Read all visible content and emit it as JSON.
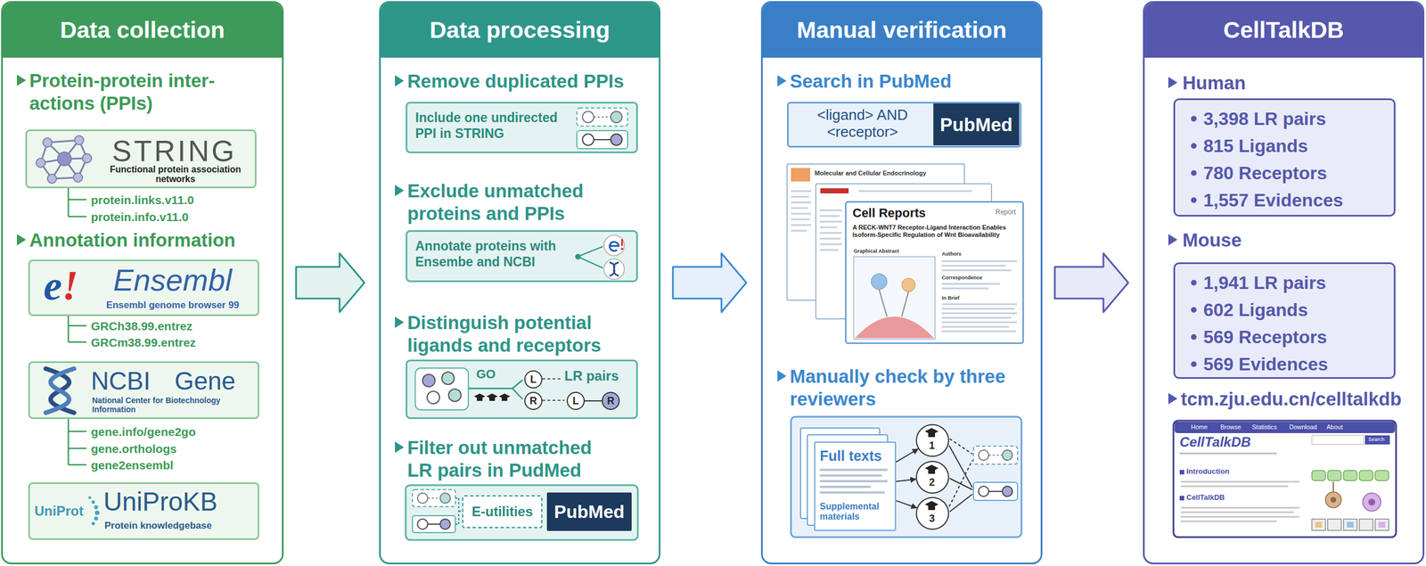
{
  "diagram": {
    "nodes": [
      {
        "text": [
          "Data collection"
        ]
      },
      {
        "text": [
          "STRING",
          "Functional protein association networks"
        ],
        "in": 0
      },
      {
        "text": [
          "e!",
          "Ensembl",
          "Ensembl genome browser 99"
        ],
        "in": 0
      },
      {
        "text": [
          "NCBI",
          "Gene",
          "National Center for Biotechnology Information"
        ],
        "in": 0
      },
      {
        "text": [
          "UniProt",
          "UniProKB",
          "Protein knowledgebase"
        ],
        "in": 0
      },
      {
        "text": [
          "Data processing"
        ]
      },
      {
        "text": [
          "Include one undirected PPI in STRING"
        ],
        "in": 5
      },
      {
        "text": [
          "Annotate proteins with Ensembe and NCBI"
        ],
        "in": 5
      },
      {
        "text": [
          "GO",
          "LR pairs"
        ],
        "in": 5
      },
      {
        "text": [
          "L"
        ],
        "in": 8
      },
      {
        "text": [
          "R"
        ],
        "in": 8
      },
      {
        "text": [
          "L"
        ],
        "in": 8
      },
      {
        "text": [
          "R"
        ],
        "in": 8
      },
      {
        "text": [
          "E-utilities"
        ],
        "in": 5
      },
      {
        "text": [
          "PubMed"
        ],
        "in": 5
      },
      {
        "text": [
          "Manual verification"
        ]
      },
      {
        "text": [
          "<ligand> AND <receptor>"
        ],
        "in": 15
      },
      {
        "text": [
          "PubMed"
        ],
        "in": 16
      },
      {
        "text": [
          "Full texts",
          "Supplemental materials"
        ],
        "in": 15
      },
      {
        "text": [
          "1"
        ],
        "in": 15
      },
      {
        "text": [
          "2"
        ],
        "in": 15
      },
      {
        "text": [
          "3"
        ],
        "in": 15
      },
      {
        "text": [
          "CellTalkDB"
        ]
      },
      {
        "text": [
          "3,398 LR pairs",
          "815 Ligands",
          "780 Receptors",
          "1,557 Evidences"
        ],
        "in": 22
      },
      {
        "text": [
          "1,941 LR pairs",
          "602 Ligands",
          "569 Receptors",
          "569 Evidences"
        ],
        "in": 22
      }
    ],
    "edges": [
      {
        "from": 0,
        "to": 5,
        "arrow": "to"
      },
      {
        "from": 5,
        "to": 15,
        "arrow": "to"
      },
      {
        "from": 15,
        "to": 22,
        "arrow": "to"
      },
      {
        "from": 11,
        "to": 12,
        "arrow": "none"
      },
      {
        "from": 18,
        "to": 19,
        "arrow": "to"
      },
      {
        "from": 18,
        "to": 20,
        "arrow": "to"
      },
      {
        "from": 18,
        "to": 21,
        "arrow": "to"
      }
    ],
    "labels": [
      "Protein-protein inter- actions (PPIs)",
      "protein.links.v11.0",
      "protein.info.v11.0",
      "Annotation information",
      "GRCh38.99.entrez",
      "GRCm38.99.entrez",
      "gene.info/gene2go",
      "gene.orthologs",
      "gene2ensembl",
      "Remove duplicated PPIs",
      "Exclude unmatched proteins and PPIs",
      "Distinguish potential ligands and receptors",
      "Filter out unmatched LR pairs in PudMed",
      "Search in PubMed",
      "Molecular and Cellular Endocrinology",
      "Cell Reports",
      "Report",
      "A RECK-WNT7 Receptor-Ligand Interaction Enables Isoform-Specific Regulation of Wnt Bioavailability",
      "Graphical Abstract",
      "Authors",
      "Correspondence",
      "In Brief",
      "Manually check by three reviewers",
      "Human",
      "Mouse",
      "tcm.zju.edu.cn/celltalkdb",
      "Home",
      "Browse",
      "Statistics",
      "Download",
      "About",
      "CellTalkDB",
      "Search",
      "Introduction",
      "CellTalkDB"
    ]
  }
}
